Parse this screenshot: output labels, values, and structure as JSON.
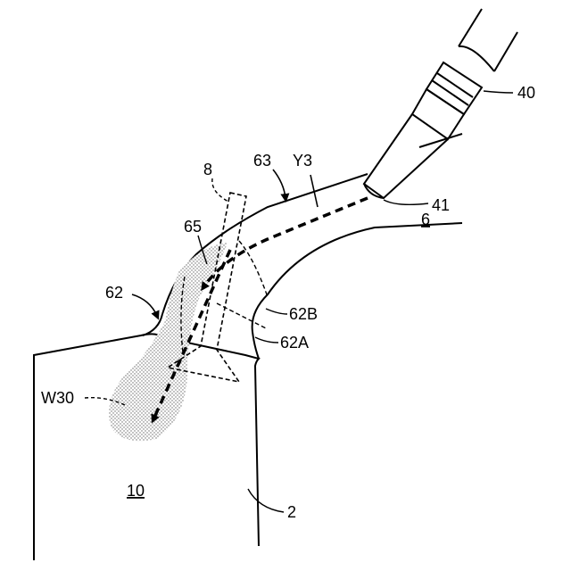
{
  "figure": {
    "labels": {
      "injector": "40",
      "nozzle_tip": "41",
      "intake_port": "6",
      "spray_direction": "Y3",
      "port_portion_63": "63",
      "valve": "8",
      "region_65": "65",
      "port_end": "62",
      "edge_62b": "62B",
      "edge_62a": "62A",
      "wall_film": "W30",
      "cylinder_wall": "2",
      "combustion_chamber": "10"
    },
    "colors": {
      "line": "#000000",
      "background": "#ffffff",
      "spray_fill": "#c8c8c8"
    }
  }
}
